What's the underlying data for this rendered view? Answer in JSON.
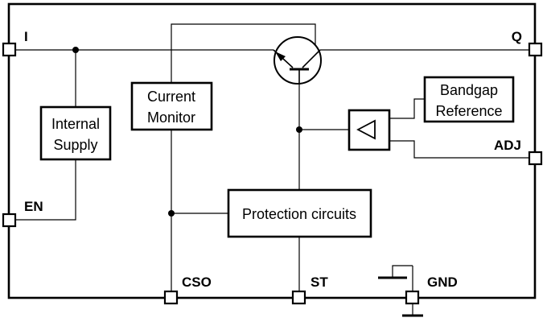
{
  "blocks": {
    "internal_supply": [
      "Internal",
      "Supply"
    ],
    "current_monitor": [
      "Current",
      "Monitor"
    ],
    "bandgap_reference": [
      "Bandgap",
      "Reference"
    ],
    "protection_circuits": "Protection circuits"
  },
  "pins": {
    "input": "I",
    "output": "Q",
    "enable": "EN",
    "adjust": "ADJ",
    "cso": "CSO",
    "status": "ST",
    "ground": "GND"
  }
}
